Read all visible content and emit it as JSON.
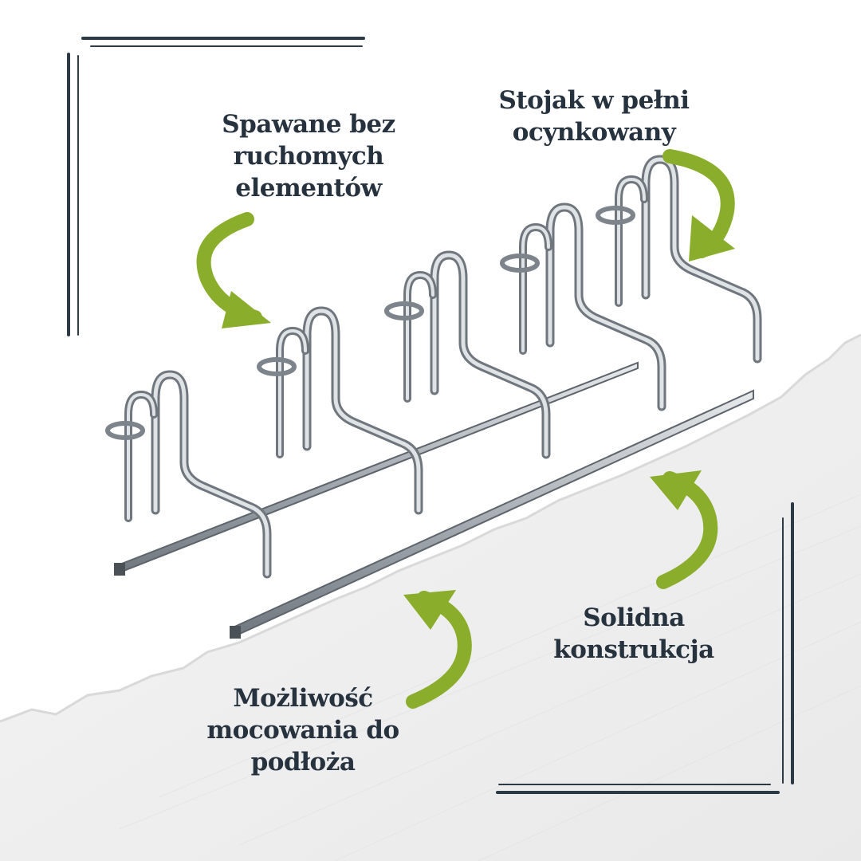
{
  "features": {
    "welded": {
      "lines": [
        "Spawane bez",
        "ruchomych",
        "elementów"
      ]
    },
    "galvanized": {
      "lines": [
        "Stojak w pełni",
        "ocynkowany"
      ]
    },
    "solid": {
      "lines": [
        "Solidna",
        "konstrukcja"
      ]
    },
    "mounting": {
      "lines": [
        "Możliwość",
        "mocowania do",
        "podłoża"
      ]
    }
  },
  "colors": {
    "text": "#26333f",
    "accent_arrow": "#8aae2b",
    "frame_line": "#2b3a44",
    "paper_background": "#efefef",
    "steel": "#b9bec3"
  },
  "icons": {
    "arrow_welded": "curved-arrow-down-right-icon",
    "arrow_galvanized": "curved-arrow-down-left-icon",
    "arrow_solid": "curved-arrow-up-left-icon",
    "arrow_mounting": "curved-arrow-up-left-icon"
  }
}
